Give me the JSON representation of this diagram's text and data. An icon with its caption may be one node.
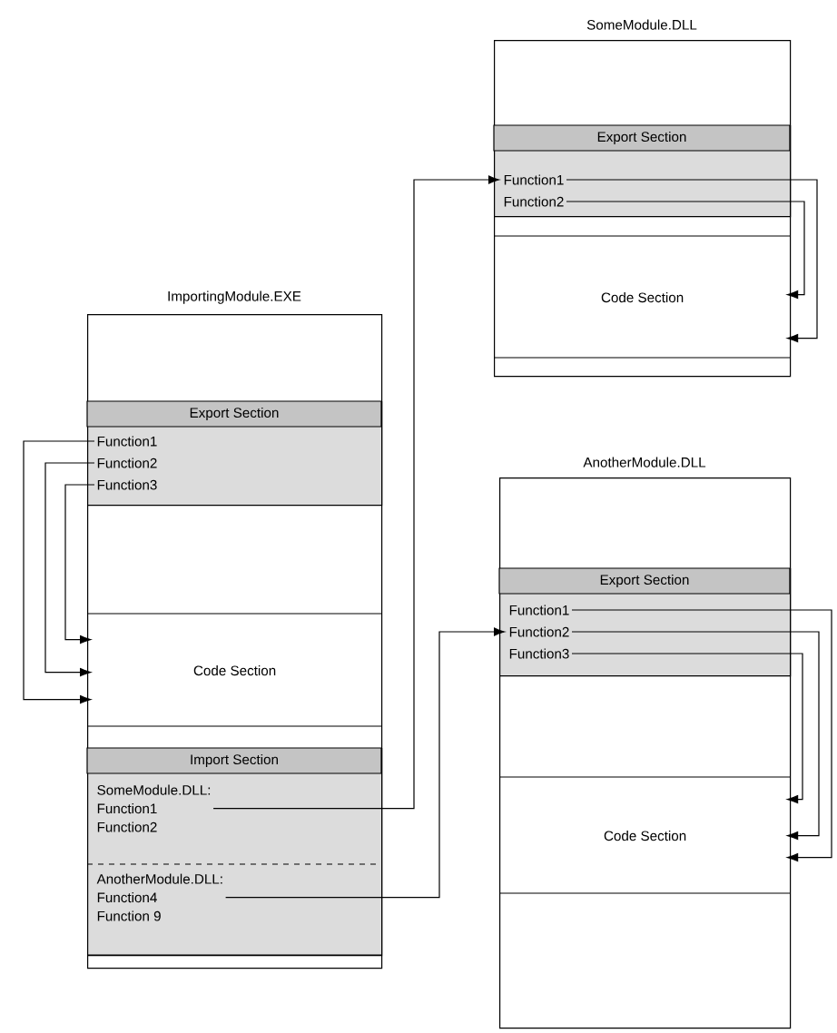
{
  "diagram": {
    "nodes": [
      {
        "text": [
          "ImportingModule.EXE"
        ]
      },
      {
        "text": [
          "Export Section"
        ],
        "in": 0
      },
      {
        "text": [
          "Function1"
        ],
        "in": 1
      },
      {
        "text": [
          "Function2"
        ],
        "in": 1
      },
      {
        "text": [
          "Function3"
        ],
        "in": 1
      },
      {
        "text": [
          "Code Section"
        ],
        "in": 0
      },
      {
        "text": [
          "Import Section"
        ],
        "in": 0
      },
      {
        "text": [
          "SomeModule.DLL:",
          "Function1",
          "Function2"
        ],
        "in": 6
      },
      {
        "text": [
          "AnotherModule.DLL:",
          "Function4",
          "Function 9"
        ],
        "in": 6
      },
      {
        "text": [
          "SomeModule.DLL"
        ]
      },
      {
        "text": [
          "Export Section"
        ],
        "in": 9
      },
      {
        "text": [
          "Function1"
        ],
        "in": 10
      },
      {
        "text": [
          "Function2"
        ],
        "in": 10
      },
      {
        "text": [
          "Code Section"
        ],
        "in": 9
      },
      {
        "text": [
          "AnotherModule.DLL"
        ]
      },
      {
        "text": [
          "Export Section"
        ],
        "in": 14
      },
      {
        "text": [
          "Function1"
        ],
        "in": 15
      },
      {
        "text": [
          "Function2"
        ],
        "in": 15
      },
      {
        "text": [
          "Function3"
        ],
        "in": 15
      },
      {
        "text": [
          "Code Section"
        ],
        "in": 14
      }
    ],
    "edges": [
      {
        "from": 2,
        "to": 5,
        "arrow": "to"
      },
      {
        "from": 3,
        "to": 5,
        "arrow": "to"
      },
      {
        "from": 4,
        "to": 5,
        "arrow": "to"
      },
      {
        "from": 7,
        "to": 11,
        "arrow": "to"
      },
      {
        "from": 8,
        "to": 17,
        "arrow": "to"
      },
      {
        "from": 11,
        "to": 13,
        "arrow": "to"
      },
      {
        "from": 12,
        "to": 13,
        "arrow": "to"
      },
      {
        "from": 16,
        "to": 19,
        "arrow": "to"
      },
      {
        "from": 17,
        "to": 19,
        "arrow": "to"
      },
      {
        "from": 18,
        "to": 19,
        "arrow": "to"
      }
    ]
  }
}
